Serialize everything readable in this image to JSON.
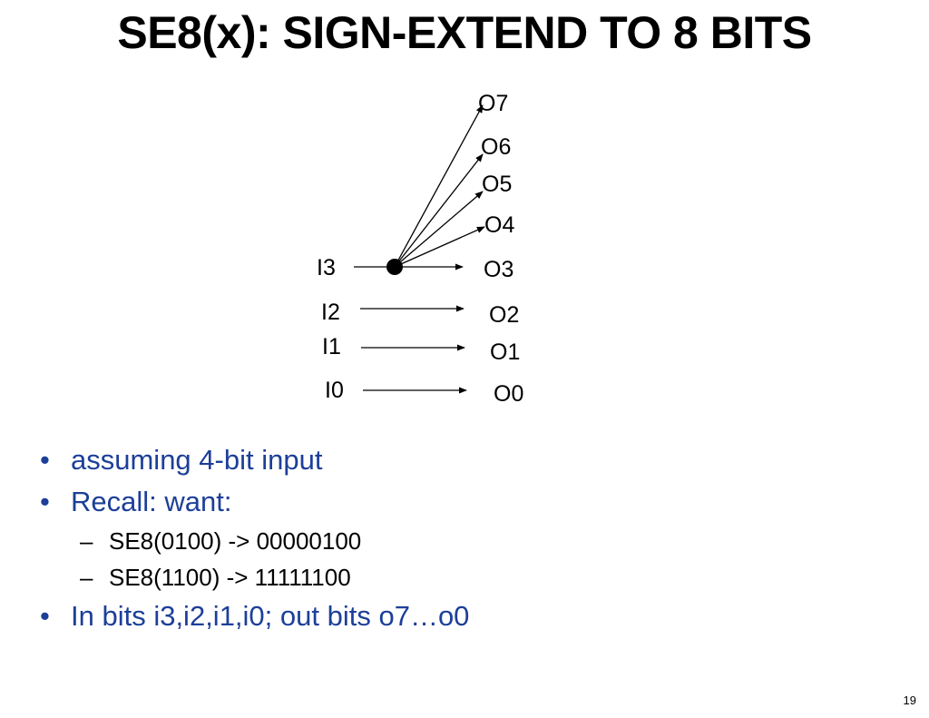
{
  "slide": {
    "title": "SE8(x): SIGN-EXTEND TO 8 BITS",
    "page_number": "19"
  },
  "diagram": {
    "inputs": [
      "I3",
      "I2",
      "I1",
      "I0"
    ],
    "outputs": [
      "O7",
      "O6",
      "O5",
      "O4",
      "O3",
      "O2",
      "O1",
      "O0"
    ]
  },
  "bullets": {
    "b1": "assuming 4-bit input",
    "b2": "Recall: want:",
    "b2_sub1": "SE8(0100) -> 00000100",
    "b2_sub2": "SE8(1100) -> 11111100",
    "b3": "In bits i3,i2,i1,i0;  out bits o7…o0"
  },
  "symbols": {
    "bullet": "•",
    "dash": "–"
  }
}
